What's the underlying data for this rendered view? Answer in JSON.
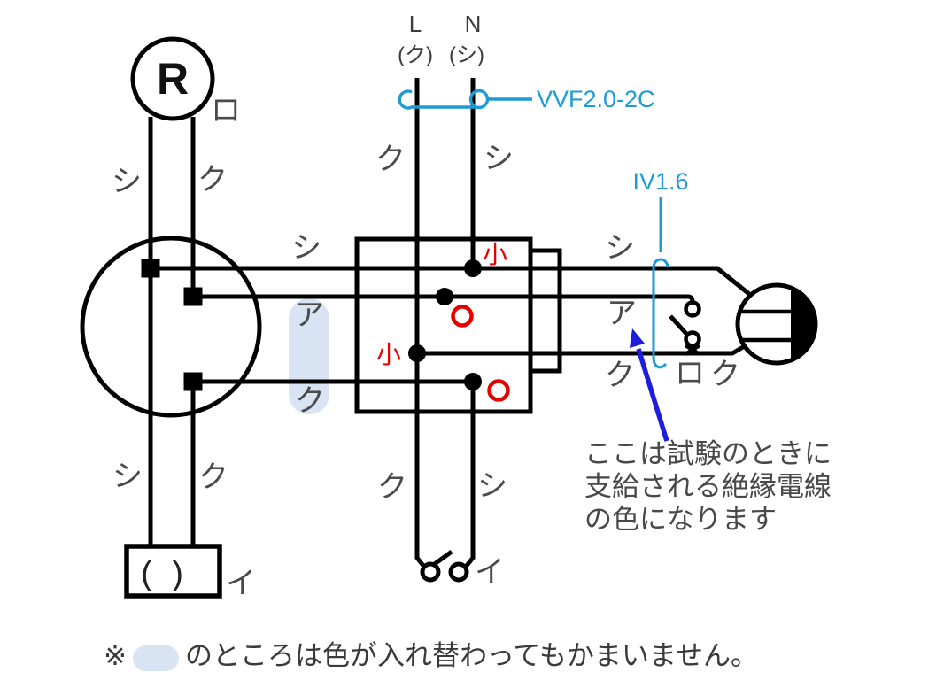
{
  "colors": {
    "wire": "#000000",
    "label_gray": "#4a4a4a",
    "mark_red": "#e60000",
    "cable_blue": "#1e9ad6",
    "arrow_blue": "#1d1de0",
    "highlight_blue": "#d8e4f4"
  },
  "receptacle": {
    "symbol": "R",
    "device_tag": "ロ",
    "wire_left": "シ",
    "wire_right": "ク"
  },
  "power_source": {
    "line_terminal": "L",
    "neutral_terminal": "N",
    "line_color_hint": "(ク)",
    "neutral_color_hint": "(シ)",
    "line_wire": "ク",
    "neutral_wire": "シ",
    "cable_label": "VVF2.0-2C"
  },
  "iv_wire": {
    "label": "IV1.6"
  },
  "outlet_box_wires": {
    "top": "シ",
    "middle": "ア",
    "bottom": "ク"
  },
  "right_wires": {
    "top": "シ",
    "middle": "ア",
    "bottom": "ク",
    "switch_tag": "ロ",
    "lamp_wire": "ク"
  },
  "sleeve_marks": {
    "top_sleeve": "小",
    "left_sleeve": "小",
    "mark_top": "○",
    "mark_bottom": "○"
  },
  "bottom_switch": {
    "wire_left": "ク",
    "wire_right": "シ",
    "switch_tag": "イ"
  },
  "omitted_device": {
    "wire_left": "シ",
    "wire_right": "ク",
    "box_text": "( )",
    "device_tag": "イ"
  },
  "annotation": {
    "line1": "ここは試験のときに",
    "line2": "支給される絶縁電線",
    "line3": "の色になります"
  },
  "note": {
    "prefix": "※",
    "text": "のところは色が入れ替わってもかまいません。"
  }
}
